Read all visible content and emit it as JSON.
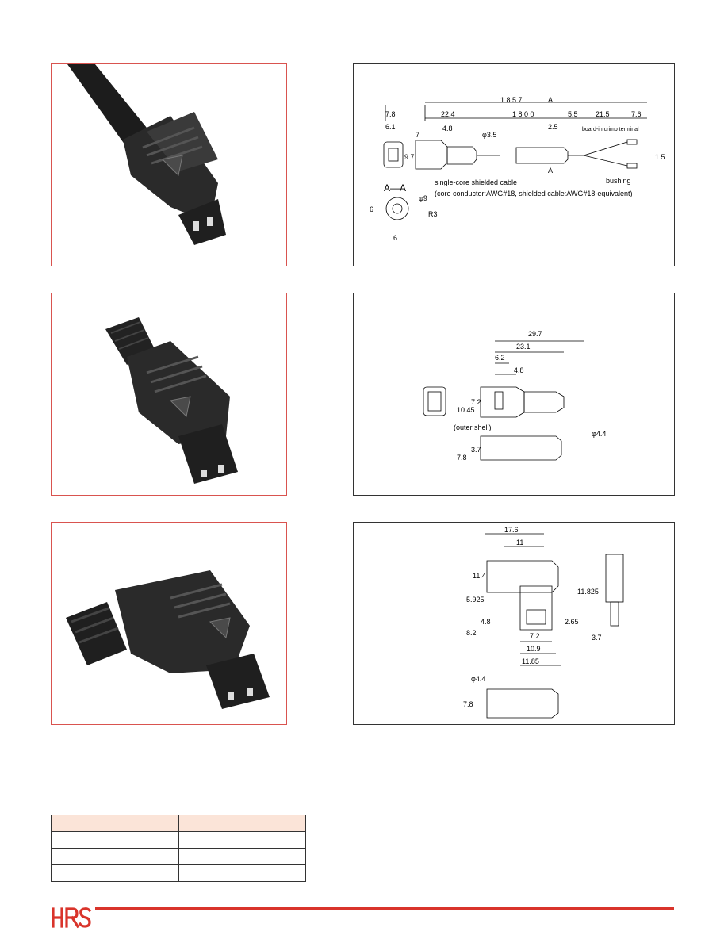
{
  "drawing1": {
    "dims": [
      "7.8",
      "6.1",
      "22.4",
      "4.8",
      "1 8 5 7",
      "A",
      "1 8 0 0",
      "5.5",
      "21.5",
      "7.6",
      "2.5",
      "φ3.5",
      "7",
      "9.7",
      "1.5",
      "A",
      "board-in crimp terminal",
      "bushing",
      "single-core shielded cable",
      "(core conductor:AWG#18, shielded cable:AWG#18-equivalent)",
      "A—A",
      "φ9",
      "6",
      "R3",
      "6"
    ]
  },
  "drawing2": {
    "dims": [
      "29.7",
      "23.1",
      "6.2",
      "4.8",
      "10.45",
      "7.2",
      "(outer shell)",
      "φ4.4",
      "7.8",
      "3.7"
    ]
  },
  "drawing3": {
    "dims": [
      "17.6",
      "11",
      "11.4",
      "5.925",
      "11.825",
      "4.8",
      "8.2",
      "2.65",
      "7.2",
      "10.9",
      "11.85",
      "3.7",
      "φ4.4",
      "7.8"
    ]
  },
  "table": {
    "rows": [
      [
        "",
        ""
      ],
      [
        "",
        ""
      ],
      [
        "",
        ""
      ],
      [
        "",
        ""
      ]
    ]
  },
  "brand": {
    "logo_text": "HRS",
    "accent": "#d9342b"
  }
}
